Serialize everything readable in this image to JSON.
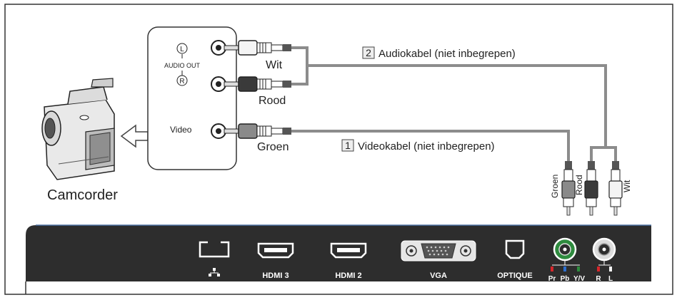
{
  "device": {
    "camcorder_label": "Camcorder",
    "audio_out_label": "AUDIO OUT",
    "audio_left_label": "L",
    "audio_right_label": "R",
    "video_label": "Video"
  },
  "cables": {
    "audio_number": "2",
    "audio_label": "Audiokabel (niet inbegrepen)",
    "video_number": "1",
    "video_label": "Videokabel (niet inbegrepen)",
    "white_label": "Wit",
    "red_label": "Rood",
    "green_label": "Groen",
    "plug_green_label": "Groen",
    "plug_red_label": "Rood",
    "plug_white_label": "Wit"
  },
  "tv_panel": {
    "network_icon_label": "",
    "hdmi3_label": "HDMI 3",
    "hdmi2_label": "HDMI 2",
    "vga_label": "VGA",
    "optical_label": "OPTIQUE",
    "component_labels": [
      "Pr",
      "Pb",
      "Y/V"
    ],
    "audio_labels": [
      "R",
      "L"
    ]
  },
  "colors": {
    "panel": "#2d2d2d",
    "cable": "#8c8c8c",
    "green_jack": "#2e8b3e",
    "red_plug": "#d6262b",
    "blue_plug": "#2c6fd1"
  }
}
